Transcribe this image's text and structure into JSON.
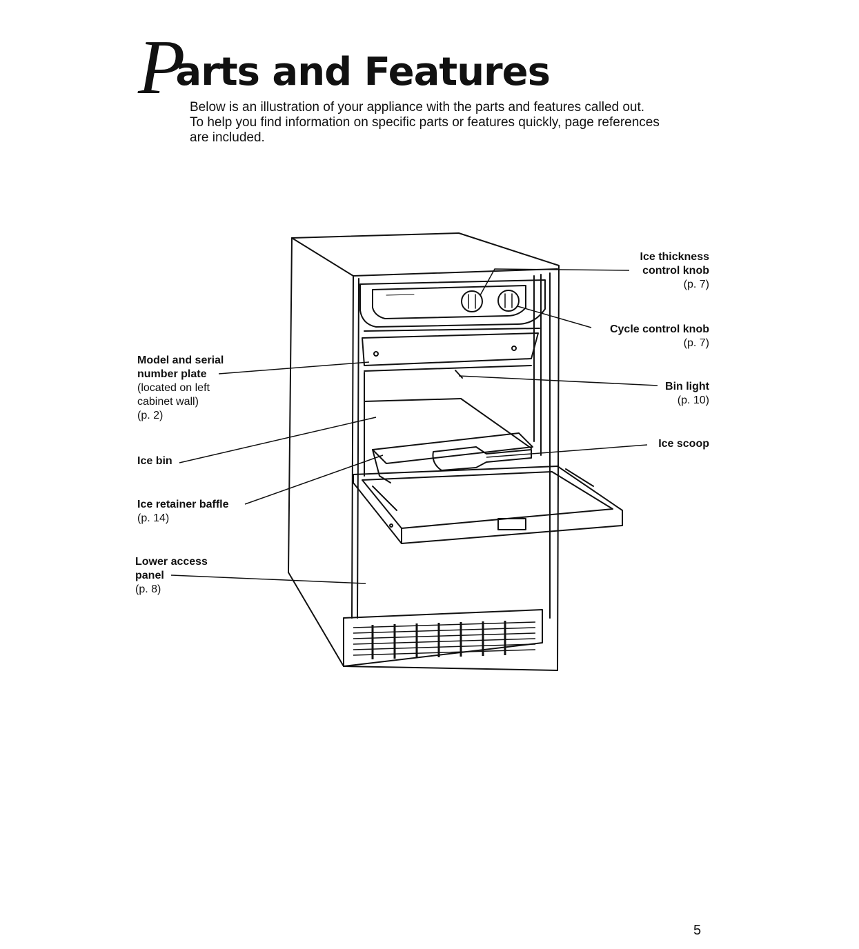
{
  "page": {
    "title_initial": "P",
    "title_rest": "arts and Features",
    "intro": [
      "Below is an illustration of your appliance with the parts and features called out.",
      "To help you find information on specific parts or features quickly, page references",
      "are included."
    ],
    "page_number": "5"
  },
  "callouts": {
    "ice_thickness": {
      "name_line1": "Ice thickness",
      "name_line2": "control knob",
      "ref": "(p. 7)"
    },
    "cycle_control": {
      "name": "Cycle control knob",
      "ref": "(p. 7)"
    },
    "bin_light": {
      "name": "Bin light",
      "ref": "(p. 10)"
    },
    "ice_scoop": {
      "name": "Ice scoop"
    },
    "model_serial": {
      "name_line1": "Model and serial",
      "name_line2": "number plate",
      "note_line1": "(located on left",
      "note_line2": "cabinet wall)",
      "ref": "(p. 2)"
    },
    "ice_bin": {
      "name": "Ice bin"
    },
    "ice_retainer": {
      "name": "Ice retainer baffle",
      "ref": "(p. 14)"
    },
    "lower_access": {
      "name_line1": "Lower access",
      "name_line2": "panel",
      "ref": "(p. 8)"
    }
  }
}
